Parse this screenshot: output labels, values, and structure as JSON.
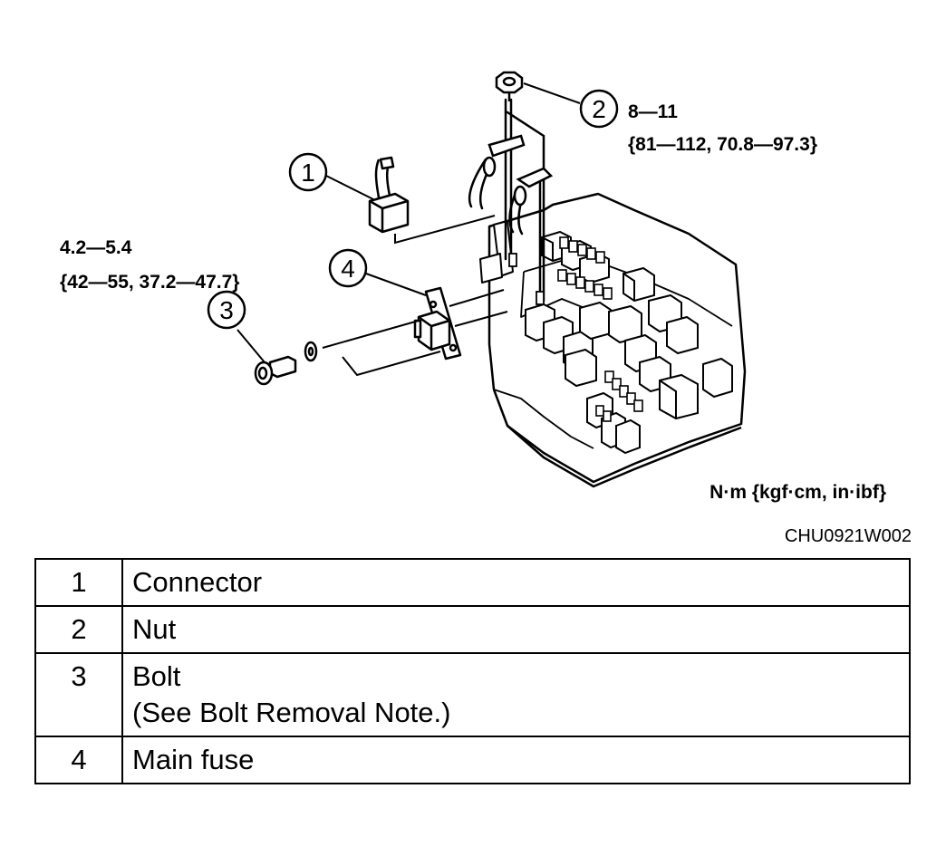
{
  "figure": {
    "callouts": [
      "1",
      "2",
      "3",
      "4"
    ],
    "torque_nut": {
      "line1": "8—11",
      "line2": "{81—112, 70.8—97.3}"
    },
    "torque_bolt": {
      "line1": "4.2—5.4",
      "line2": "{42—55, 37.2—47.7}"
    },
    "units": "N·m {kgf·cm, in·ibf}",
    "code": "CHU0921W002"
  },
  "parts": [
    {
      "num": "1",
      "name": "Connector",
      "note": ""
    },
    {
      "num": "2",
      "name": "Nut",
      "note": ""
    },
    {
      "num": "3",
      "name": "Bolt",
      "note": "(See Bolt Removal Note.)"
    },
    {
      "num": "4",
      "name": "Main fuse",
      "note": ""
    }
  ]
}
